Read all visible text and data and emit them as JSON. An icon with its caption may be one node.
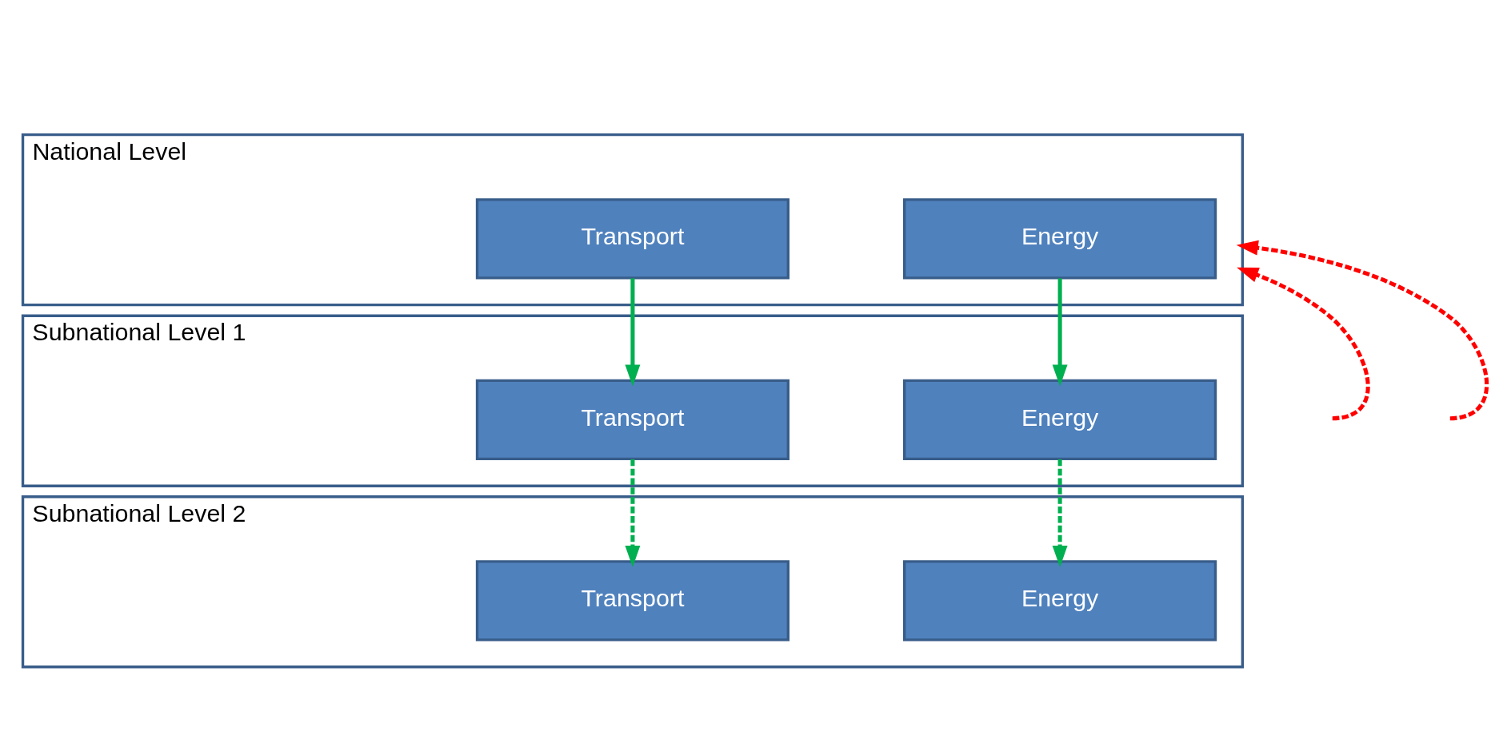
{
  "diagram": {
    "nodes": [
      {
        "text": [
          "National Level"
        ]
      },
      {
        "text": [
          "Energy"
        ],
        "in": 0
      },
      {
        "text": [
          "Transport"
        ],
        "in": 0
      },
      {
        "text": [
          "Subnational Level 1"
        ]
      },
      {
        "text": [
          "Energy"
        ],
        "in": 3
      },
      {
        "text": [
          "Transport"
        ],
        "in": 3
      },
      {
        "text": [
          "Subnational Level 2"
        ]
      },
      {
        "text": [
          "Energy"
        ],
        "in": 6
      },
      {
        "text": [
          "Transport"
        ],
        "in": 6
      }
    ],
    "edges": [
      {
        "from": 1,
        "to": 4,
        "arrow": "to",
        "color": "#00b050"
      },
      {
        "from": null,
        "to": 0,
        "arrow": "to",
        "style": "dashed",
        "color": "#ff0000"
      },
      {
        "from": 2,
        "to": 5,
        "arrow": "to",
        "color": "#00b050"
      },
      {
        "from": null,
        "to": 0,
        "arrow": "to",
        "style": "dashed",
        "color": "#ff0000"
      },
      {
        "from": 4,
        "to": 7,
        "arrow": "to",
        "style": "dashed",
        "color": "#00b050"
      },
      {
        "from": 5,
        "to": 8,
        "arrow": "to",
        "style": "dashed",
        "color": "#00b050"
      }
    ]
  }
}
